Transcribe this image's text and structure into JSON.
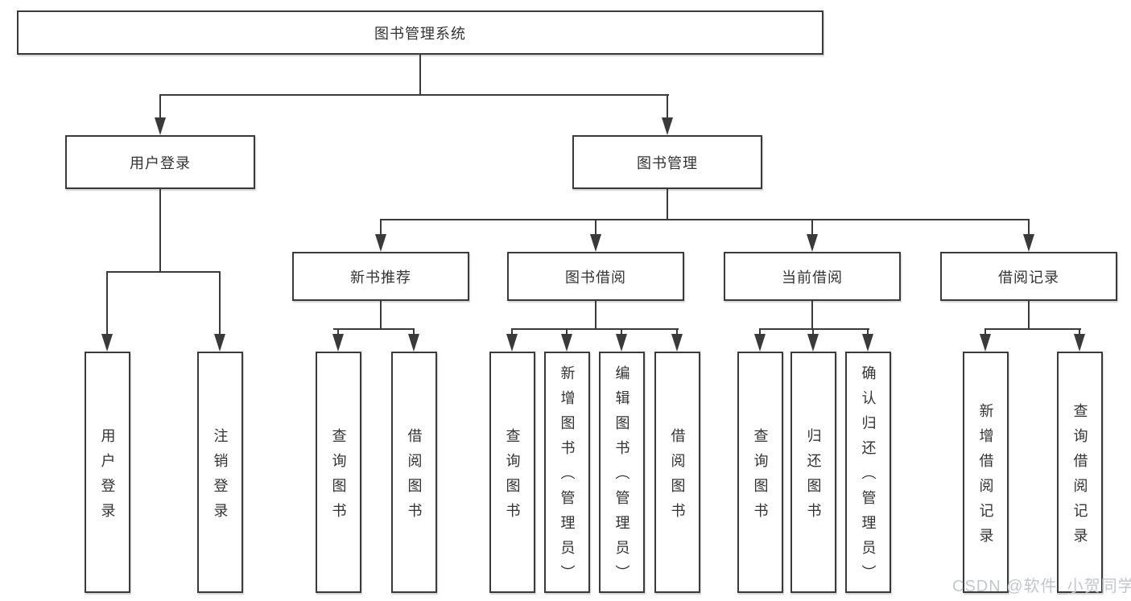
{
  "diagram": {
    "root": {
      "label": "图书管理系统"
    },
    "level2": {
      "user_login": {
        "label": "用户登录"
      },
      "book_management": {
        "label": "图书管理"
      }
    },
    "level3": {
      "new_book_recommend": {
        "label": "新书推荐"
      },
      "book_borrow": {
        "label": "图书借阅"
      },
      "current_borrow": {
        "label": "当前借阅"
      },
      "borrow_records": {
        "label": "借阅记录"
      }
    },
    "leaves": {
      "login_user_login": "用户登录",
      "login_logout": "注销登录",
      "nb_query_books": "查询图书",
      "nb_borrow_books": "借阅图书",
      "bb_query_books": "查询图书",
      "bb_add_books_admin": "新增图书（管理员）",
      "bb_edit_books_admin": "编辑图书（管理员）",
      "bb_borrow_books": "借阅图书",
      "cb_query_books": "查询图书",
      "cb_return_books": "归还图书",
      "cb_confirm_return_admin": "确认归还（管理员）",
      "br_add_record": "新增借阅记录",
      "br_query_record": "查询借阅记录"
    }
  },
  "watermark": "CSDN @软件_小贺同学",
  "colors": {
    "line": "#3a3a3a",
    "text": "#333333",
    "background": "#ffffff",
    "watermark": "#c3c6ca"
  }
}
